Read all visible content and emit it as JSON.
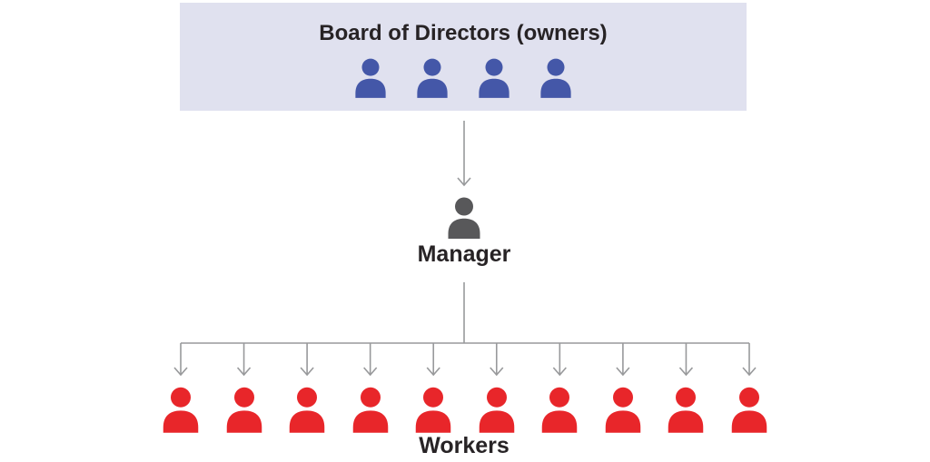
{
  "diagram": {
    "title_box": {
      "label": "Board of Directors (owners)",
      "member_count": 4,
      "background": "#e0e1ef",
      "icon_color": "#4457a8"
    },
    "manager": {
      "label": "Manager",
      "icon_color": "#58585a"
    },
    "workers": {
      "label": "Workers",
      "count": 10,
      "icon_color": "#e8262a"
    },
    "connector": {
      "color": "#98999b"
    },
    "text_color": "#272325"
  }
}
